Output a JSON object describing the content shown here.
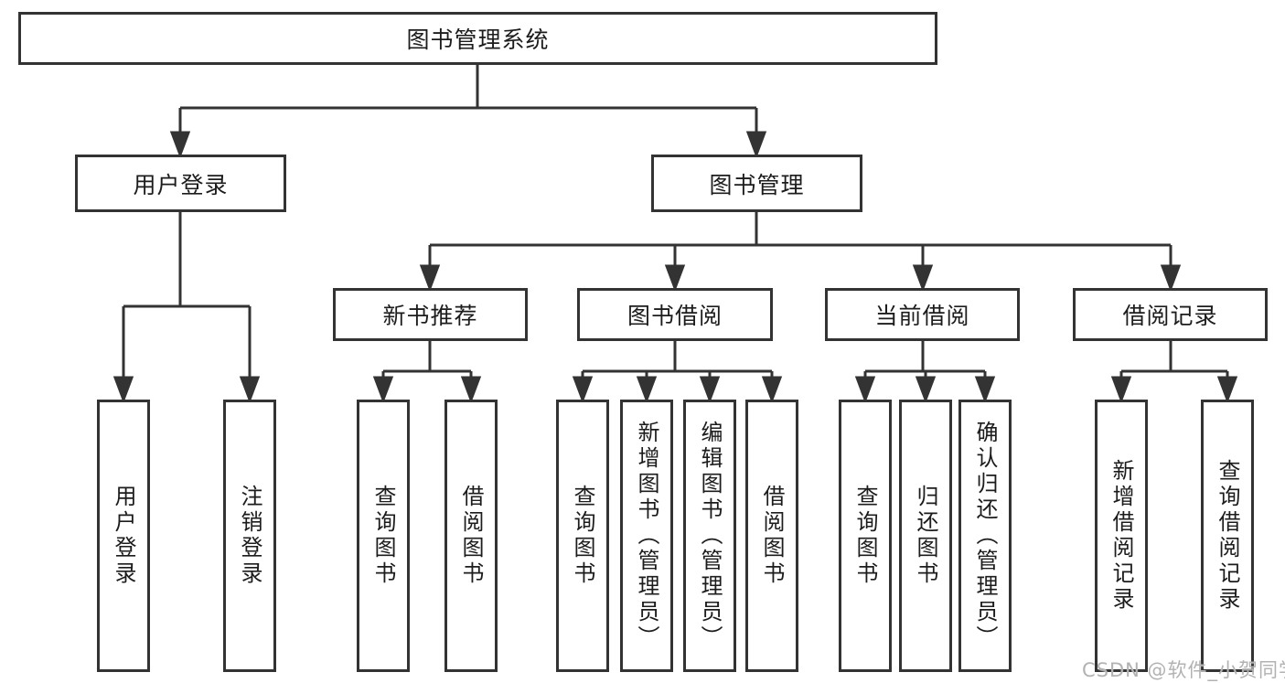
{
  "diagram": {
    "watermark": "CSDN @软件_小贺同学",
    "colors": {
      "line": "#333333",
      "box_border": "#333333",
      "text": "#1c1c1c",
      "background": "#ffffff",
      "watermark": "#b2b2b2"
    },
    "tree": {
      "label": "图书管理系统",
      "children": [
        {
          "label": "用户登录",
          "children": [
            {
              "label": "用户登录"
            },
            {
              "label": "注销登录"
            }
          ]
        },
        {
          "label": "图书管理",
          "children": [
            {
              "label": "新书推荐",
              "children": [
                {
                  "label": "查询图书"
                },
                {
                  "label": "借阅图书"
                }
              ]
            },
            {
              "label": "图书借阅",
              "children": [
                {
                  "label": "查询图书"
                },
                {
                  "label": "新增图书（管理员）"
                },
                {
                  "label": "编辑图书（管理员）"
                },
                {
                  "label": "借阅图书"
                }
              ]
            },
            {
              "label": "当前借阅",
              "children": [
                {
                  "label": "查询图书"
                },
                {
                  "label": "归还图书"
                },
                {
                  "label": "确认归还（管理员）"
                }
              ]
            },
            {
              "label": "借阅记录",
              "children": [
                {
                  "label": "新增借阅记录"
                },
                {
                  "label": "查询借阅记录"
                }
              ]
            }
          ]
        }
      ]
    }
  }
}
